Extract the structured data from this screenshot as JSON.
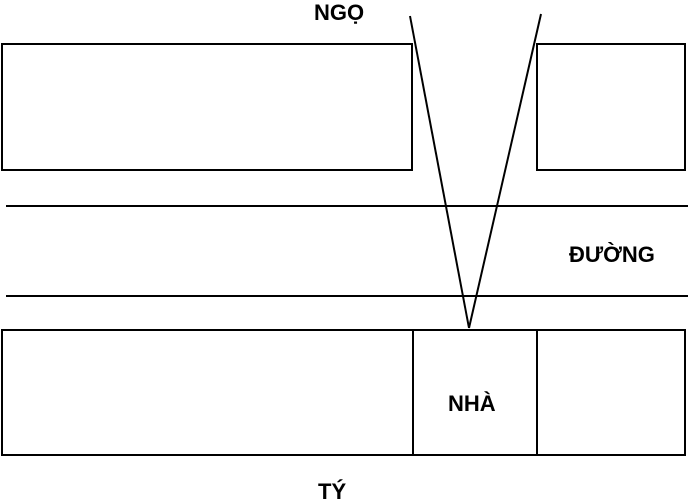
{
  "labels": {
    "north": "NGỌ",
    "road": "ĐƯỜNG",
    "house": "NHÀ",
    "south": "TÝ"
  },
  "colors": {
    "stroke": "#000000",
    "background": "#ffffff"
  }
}
